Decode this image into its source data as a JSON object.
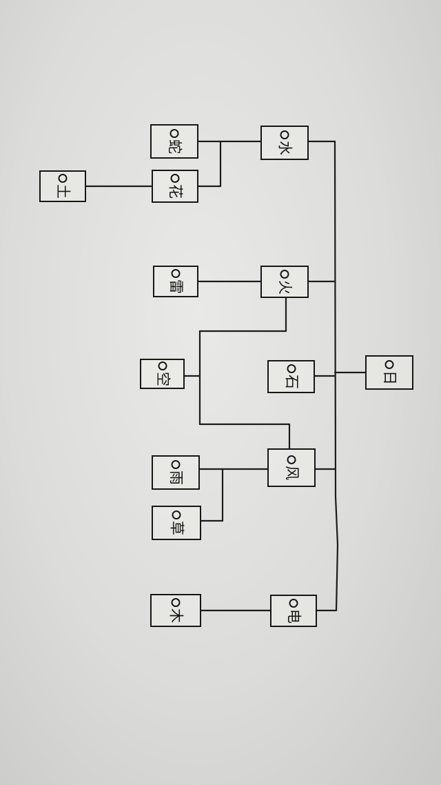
{
  "diagram": {
    "nodes": [
      {
        "id": "ri",
        "label": "日"
      },
      {
        "id": "shui",
        "label": "水"
      },
      {
        "id": "she",
        "label": "蛇"
      },
      {
        "id": "hua",
        "label": "花"
      },
      {
        "id": "tu",
        "label": "土"
      },
      {
        "id": "huo",
        "label": "火"
      },
      {
        "id": "lei",
        "label": "雷"
      },
      {
        "id": "shi",
        "label": "石"
      },
      {
        "id": "kong",
        "label": "空"
      },
      {
        "id": "feng",
        "label": "风"
      },
      {
        "id": "yu",
        "label": "雨"
      },
      {
        "id": "cao",
        "label": "草"
      },
      {
        "id": "dian",
        "label": "电"
      },
      {
        "id": "mu",
        "label": "木"
      }
    ]
  }
}
